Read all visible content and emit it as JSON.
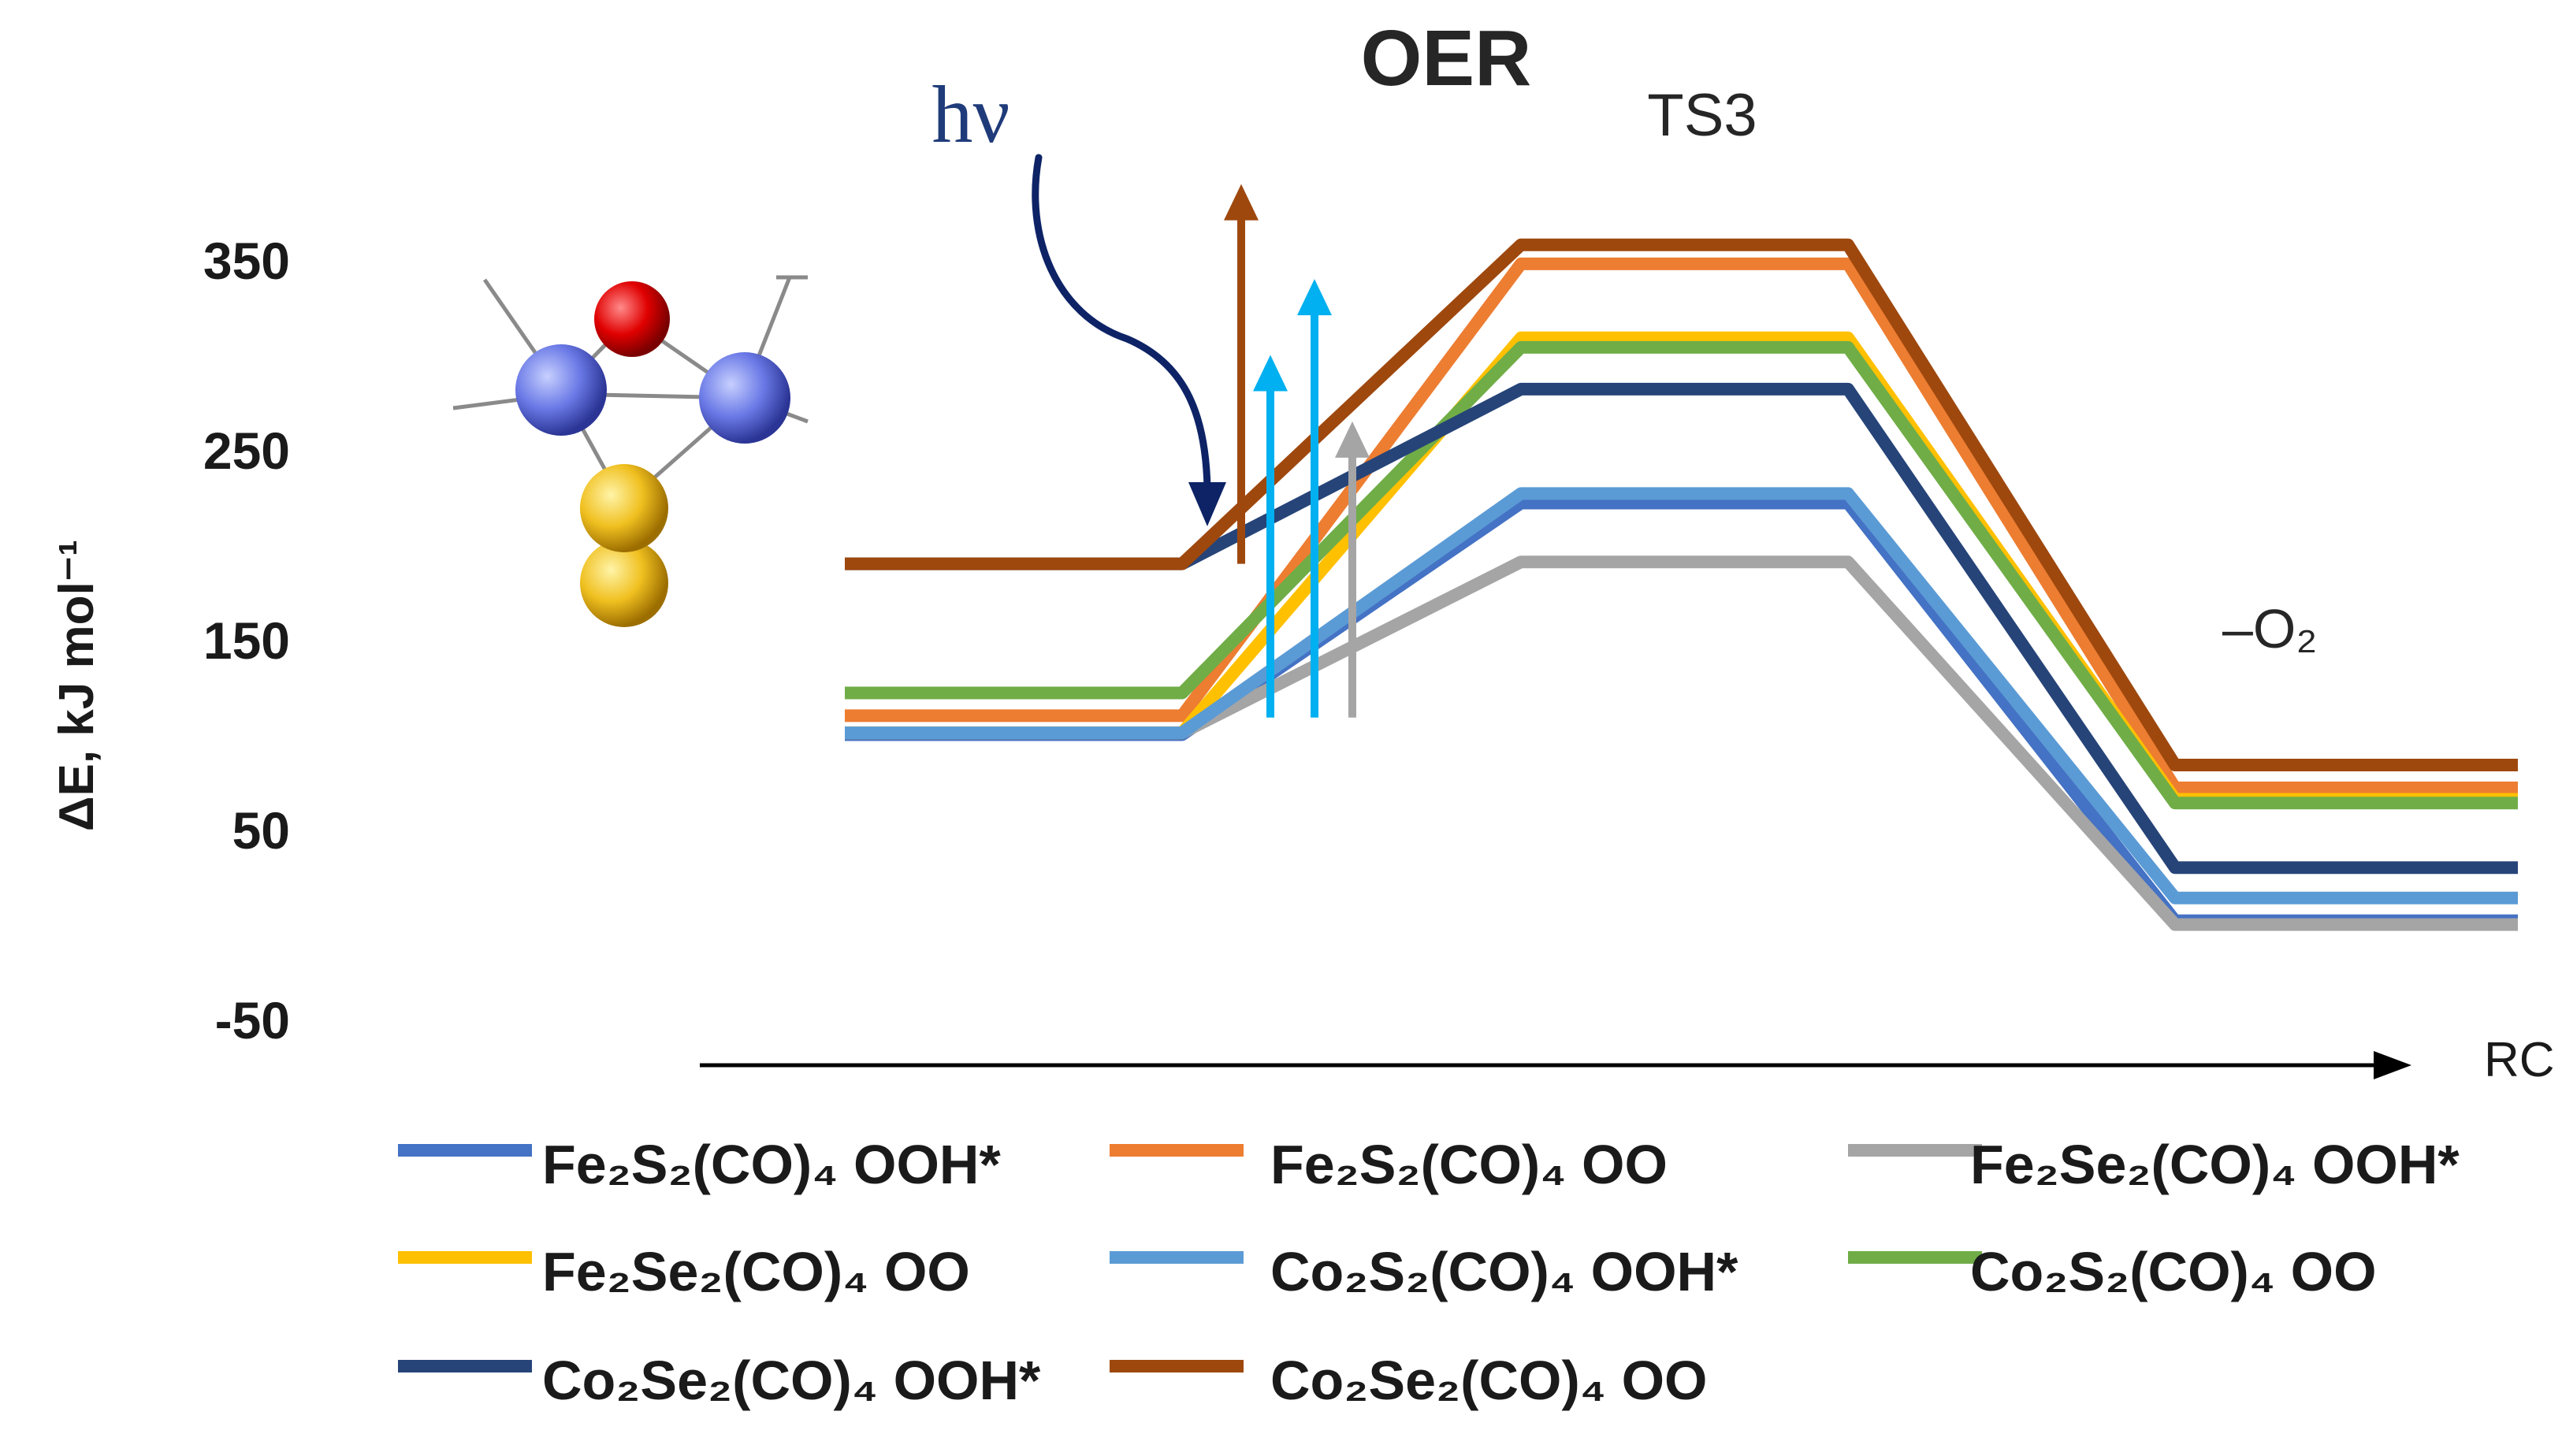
{
  "chart_data": {
    "type": "line",
    "title": "OER",
    "ylabel": "ΔE, kJ mol⁻¹",
    "xlabel": "RC",
    "ylim": [
      -50,
      400
    ],
    "yticks": [
      "350",
      "250",
      "150",
      "50",
      "-50"
    ],
    "annotations": {
      "ts": "TS3",
      "hv": "hν",
      "o2": "–O₂"
    },
    "grid": false,
    "legend_position": "bottom",
    "series": [
      {
        "name": "Fe₂S₂(CO)₄ OOH*",
        "color": "#4472c4",
        "values": [
          100,
          222,
          2
        ]
      },
      {
        "name": "Fe₂S₂(CO)₄ OO",
        "color": "#ed7d31",
        "values": [
          110,
          348,
          72
        ]
      },
      {
        "name": "Fe₂Se₂(CO)₄ OOH*",
        "color": "#a5a5a5",
        "values": [
          101,
          191,
          0
        ]
      },
      {
        "name": "Fe₂Se₂(CO)₄ OO",
        "color": "#ffc000",
        "values": [
          101,
          309,
          66
        ]
      },
      {
        "name": "Co₂S₂(CO)₄ OOH*",
        "color": "#5b9bd5",
        "values": [
          101,
          227,
          14
        ]
      },
      {
        "name": "Co₂S₂(CO)₄ OO",
        "color": "#70ad47",
        "values": [
          122,
          304,
          64
        ]
      },
      {
        "name": "Co₂Se₂(CO)₄ OOH*",
        "color": "#264478",
        "values": [
          190,
          282,
          30
        ]
      },
      {
        "name": "Co₂Se₂(CO)₄ OO",
        "color": "#9e480e",
        "values": [
          190,
          358,
          84
        ]
      }
    ],
    "excitation_arrows": [
      {
        "color": "#9e480e",
        "from": 190,
        "to": 390
      },
      {
        "color": "#00b0f0",
        "from": 109,
        "to": 300
      },
      {
        "color": "#00b0f0",
        "from": 109,
        "to": 340
      },
      {
        "color": "#a5a5a5",
        "from": 109,
        "to": 265
      }
    ],
    "hv_arrow_color": "#0d2366"
  }
}
